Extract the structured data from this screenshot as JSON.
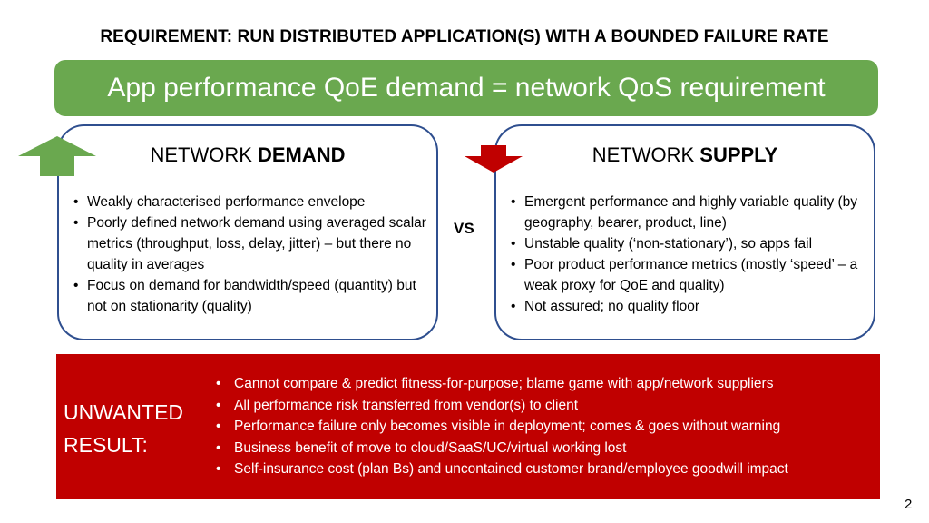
{
  "slide": {
    "heading": "REQUIREMENT: RUN DISTRIBUTED APPLICATION(S) WITH A BOUNDED FAILURE RATE",
    "banner": "App performance QoE demand = network QoS requirement",
    "vs_label": "VS",
    "page_number": "2"
  },
  "demand": {
    "title_prefix": "NETWORK ",
    "title_bold": "DEMAND",
    "bullets": [
      "Weakly characterised performance envelope",
      "Poorly defined network demand using averaged scalar metrics (throughput, loss, delay, jitter) – but there no quality in averages",
      "Focus on demand for bandwidth/speed (quantity) but not on stationarity (quality)"
    ]
  },
  "supply": {
    "title_prefix": "NETWORK ",
    "title_bold": "SUPPLY",
    "bullets": [
      "Emergent performance and highly variable quality (by geography, bearer, product, line)",
      "Unstable quality (‘non-stationary’), so apps fail",
      "Poor product performance metrics (mostly ‘speed’ – a weak proxy for QoE and quality)",
      "Not assured; no quality floor"
    ]
  },
  "result": {
    "label_line1": "UNWANTED",
    "label_line2": "RESULT:",
    "bullets": [
      "Cannot compare & predict fitness-for-purpose; blame game with app/network suppliers",
      "All performance risk transferred from vendor(s) to client",
      "Performance failure only becomes visible in deployment; comes & goes without warning",
      "Business benefit of move to cloud/SaaS/UC/virtual working lost",
      "Self-insurance cost (plan Bs) and uncontained customer brand/employee goodwill impact"
    ]
  },
  "colors": {
    "banner_green": "#6aa84f",
    "panel_border": "#2f4f8f",
    "result_red": "#c00000",
    "arrow_up_green": "#6aa84f",
    "arrow_down_red": "#c00000"
  },
  "icons": {
    "demand_arrow": "arrow-up-icon",
    "supply_arrow": "arrow-down-icon"
  }
}
